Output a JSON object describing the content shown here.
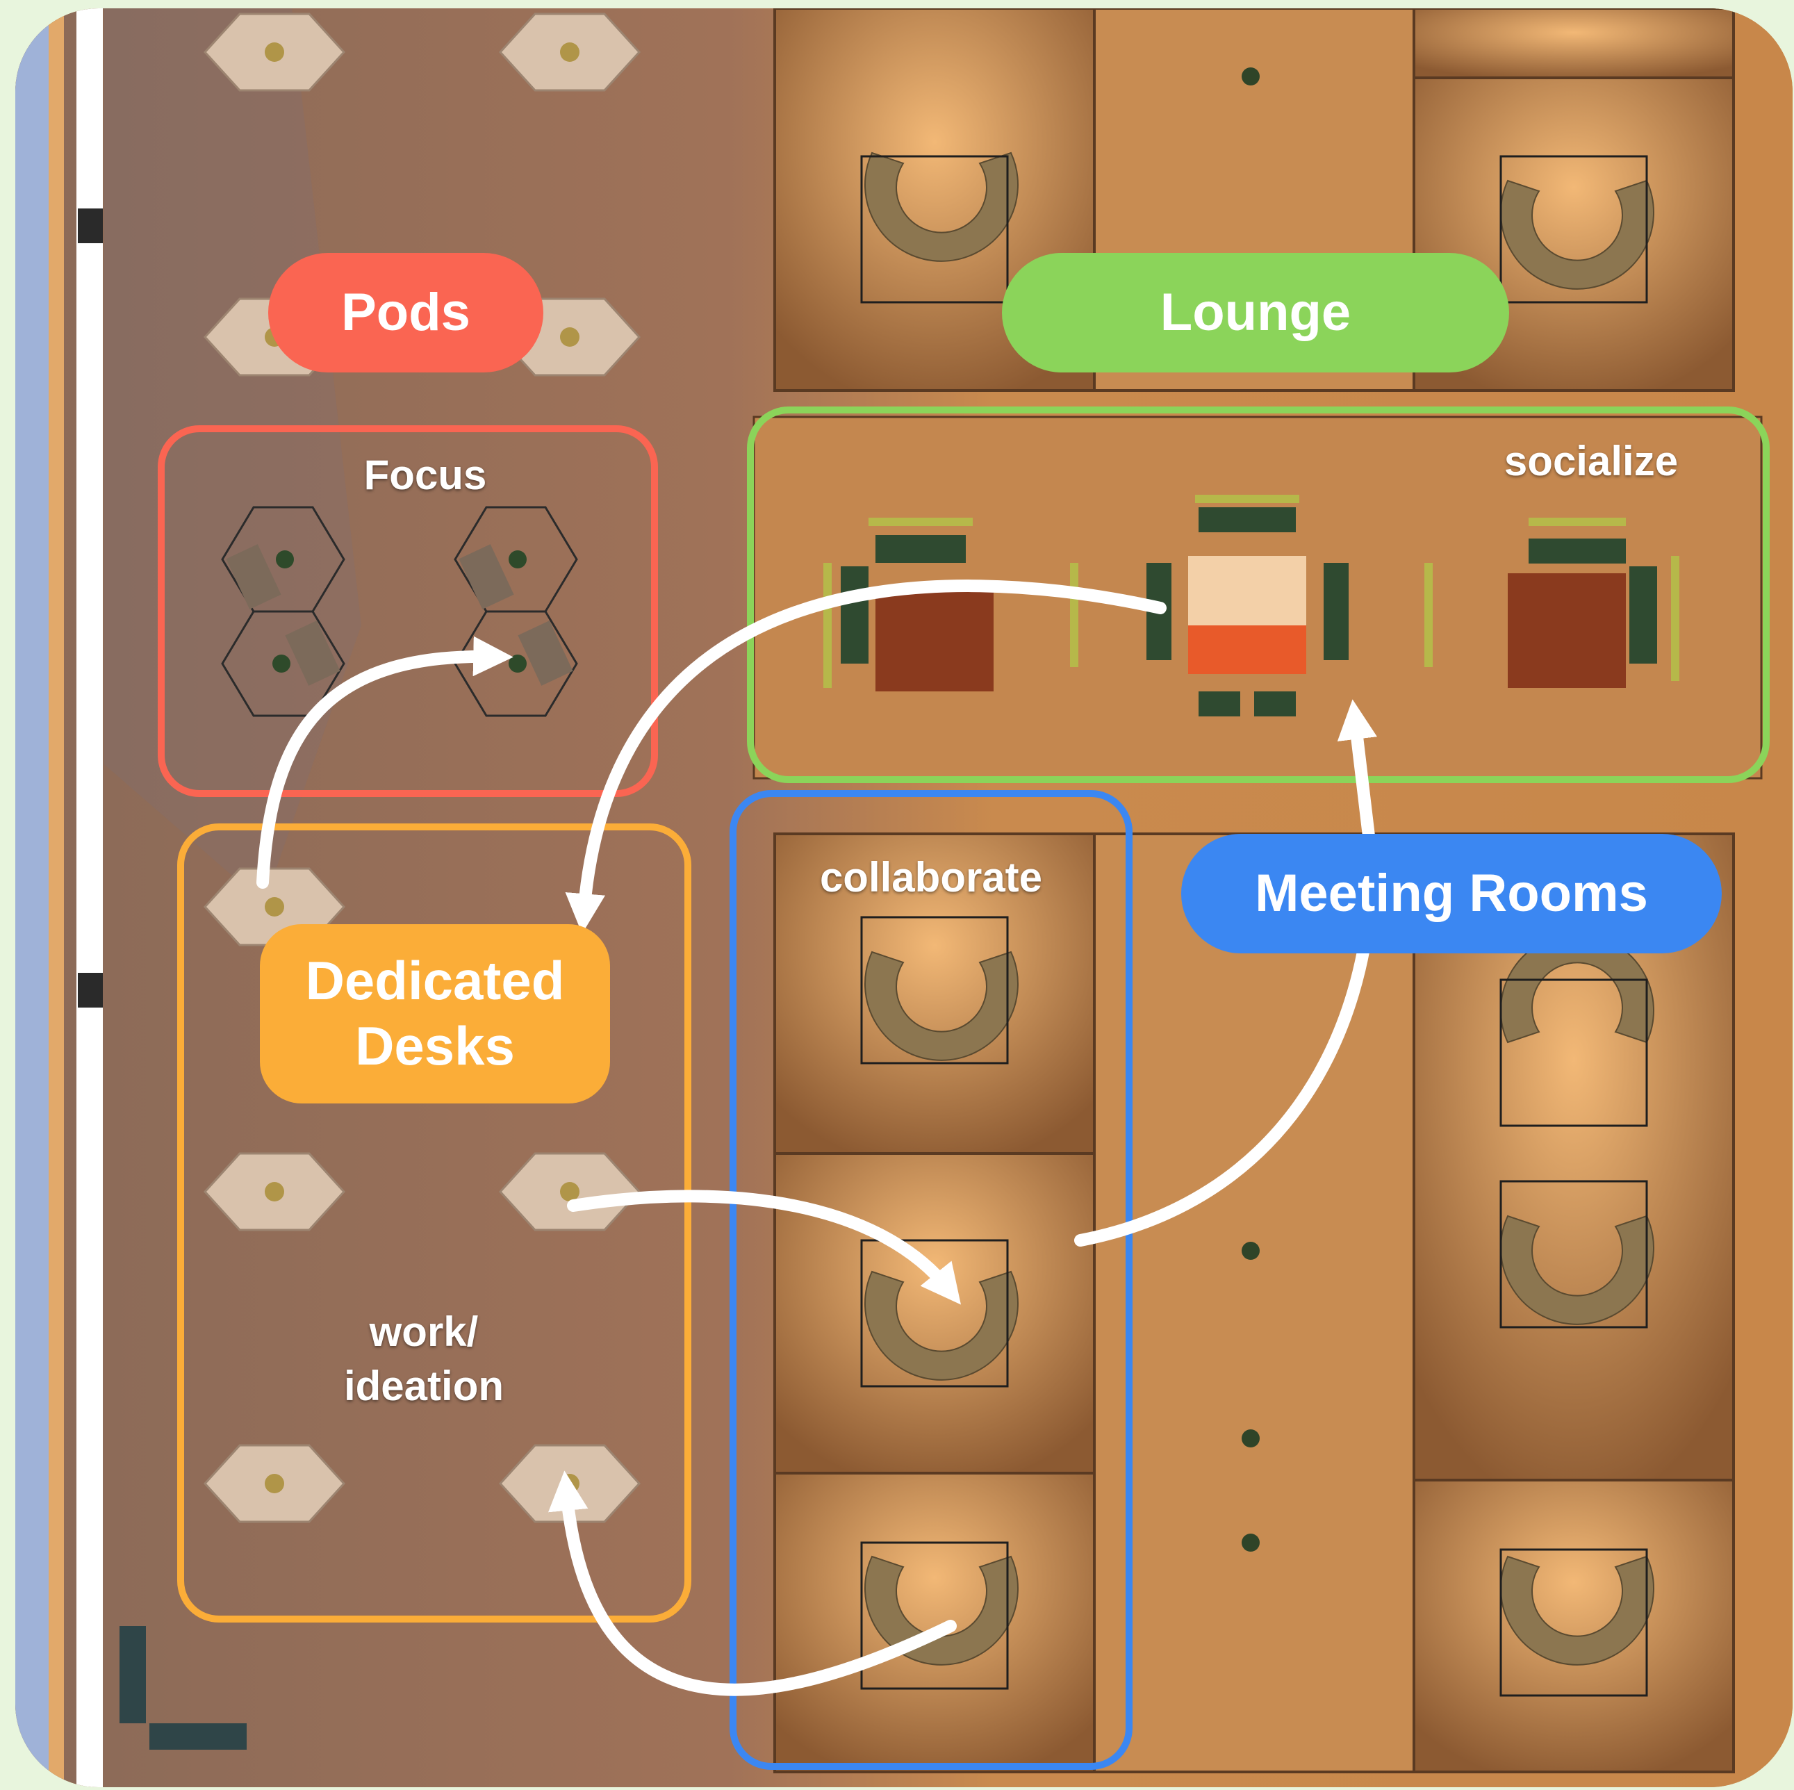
{
  "colors": {
    "pods": "#fa6552",
    "lounge": "#8bd45a",
    "meeting_rooms": "#3b87f2",
    "dedicated_desks": "#fbad38",
    "flow_arrow": "#ffffff",
    "page_background": "#e8f5dd"
  },
  "tags": {
    "pods": "Pods",
    "lounge": "Lounge",
    "meeting_rooms": "Meeting Rooms",
    "dedicated_desks_line1": "Dedicated",
    "dedicated_desks_line2": "Desks"
  },
  "zones": {
    "focus": "Focus",
    "socialize": "socialize",
    "collaborate": "collaborate",
    "work_line1": "work/",
    "work_line2": "ideation"
  }
}
